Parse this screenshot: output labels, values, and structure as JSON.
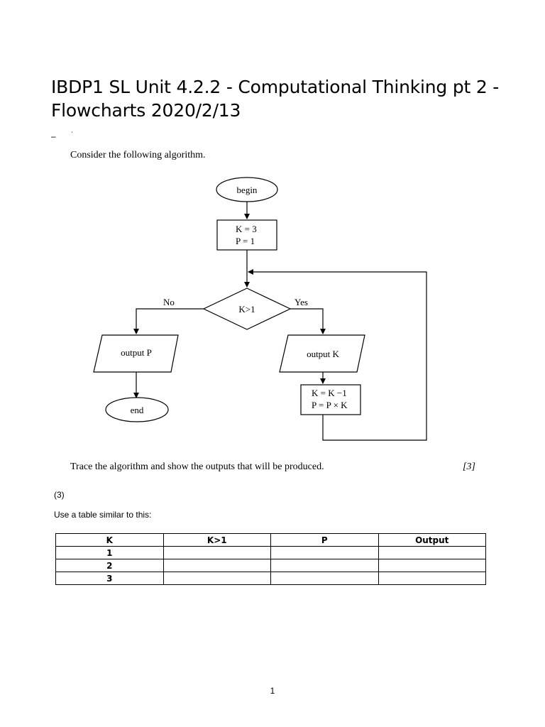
{
  "title": "IBDP1 SL Unit 4.2.2 - Computational Thinking pt 2 - Flowcharts 2020/2/13",
  "stray_marks": [
    "–",
    "ˈ"
  ],
  "question": {
    "intro": "Consider the following algorithm.",
    "task": "Trace the algorithm and show the outputs that will be produced.",
    "marks": "[3]"
  },
  "flowchart": {
    "begin": "begin",
    "init_line1": "K = 3",
    "init_line2": "P = 1",
    "decision": "K>1",
    "no_label": "No",
    "yes_label": "Yes",
    "output_p": "output P",
    "output_k": "output K",
    "update_line1": "K = K −1",
    "update_line2": "P = P × K",
    "end": "end"
  },
  "sub_question": "(3)",
  "instruction": "Use a table similar to this:",
  "table": {
    "headers": [
      "K",
      "K>1",
      "P",
      "Output"
    ],
    "rows": [
      [
        "1",
        "",
        "",
        ""
      ],
      [
        "2",
        "",
        "",
        ""
      ],
      [
        "3",
        "",
        "",
        ""
      ]
    ]
  },
  "page_number": "1"
}
